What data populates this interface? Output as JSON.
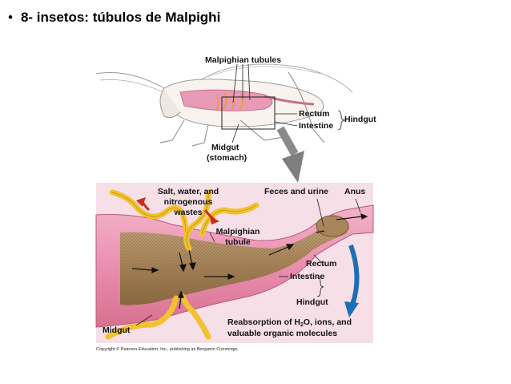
{
  "slide": {
    "bullet": "•",
    "title": "8- insetos: túbulos de Malpighi"
  },
  "top_figure": {
    "labels": {
      "malpighian_tubules": "Malpighian tubules",
      "rectum": "Rectum",
      "intestine": "Intestine",
      "hindgut": "Hindgut",
      "midgut_line1": "Midgut",
      "midgut_line2": "(stomach)"
    }
  },
  "bottom_figure": {
    "labels": {
      "salt_line1": "Salt, water, and",
      "salt_line2": "nitrogenous",
      "salt_line3": "wastes",
      "feces": "Feces and urine",
      "anus": "Anus",
      "malpighian_line1": "Malpighian",
      "malpighian_line2": "tubule",
      "rectum": "Rectum",
      "intestine": "Intestine",
      "hindgut": "Hindgut",
      "midgut": "Midgut",
      "reabsorption_pre": "Reabsorption of H",
      "reabsorption_sub": "2",
      "reabsorption_post": "O, ions, and",
      "reabsorption_line2": "valuable organic molecules"
    }
  },
  "copyright": "Copyright © Pearson Education, Inc., publishing as Benjamin Cummings.",
  "colors": {
    "gut_pink": "#e98fb0",
    "gut_inner": "#a8855a",
    "tubule_yellow": "#f2c230",
    "arrow_red": "#cc2a1d",
    "arrow_blue": "#1d6fb5",
    "panel_bg": "#f6dfe6"
  }
}
